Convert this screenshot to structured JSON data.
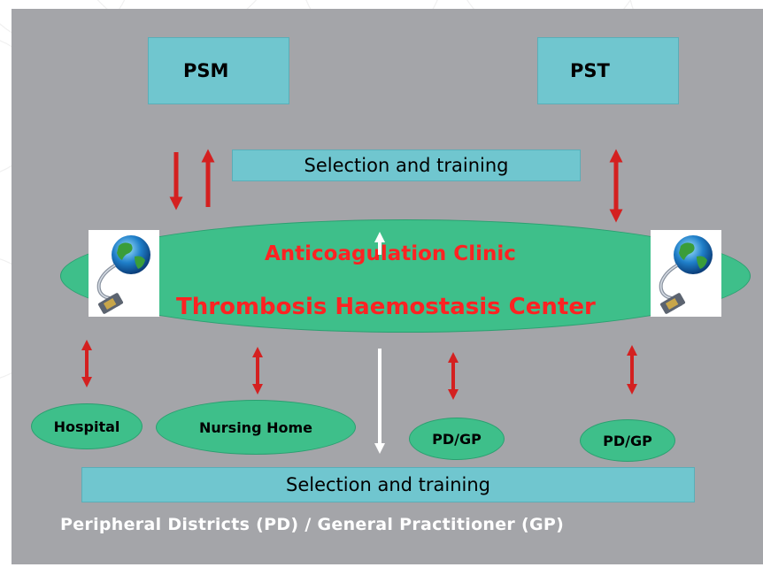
{
  "top_boxes": {
    "psm": "PSM",
    "pst": "PST"
  },
  "selection_top": "Selection and training",
  "center": {
    "line1": "Anticoagulation Clinic",
    "line2": "Thrombosis Haemostasis Center"
  },
  "nodes": {
    "hospital": "Hospital",
    "nursing_home": "Nursing Home",
    "pdgp_1": "PD/GP",
    "pdgp_2": "PD/GP"
  },
  "selection_bottom": "Selection and training",
  "footer": "Peripheral Districts (PD) / General Practitioner (GP)",
  "colors": {
    "slide_bg": "#a4a5a9",
    "box_fill": "#70c6cf",
    "ellipse_fill": "#3ebf8a",
    "center_text": "#ff2222",
    "arrow_red": "#d42020",
    "arrow_white": "#ffffff"
  },
  "icons": [
    "globe-cable-icon",
    "globe-cable-icon"
  ]
}
